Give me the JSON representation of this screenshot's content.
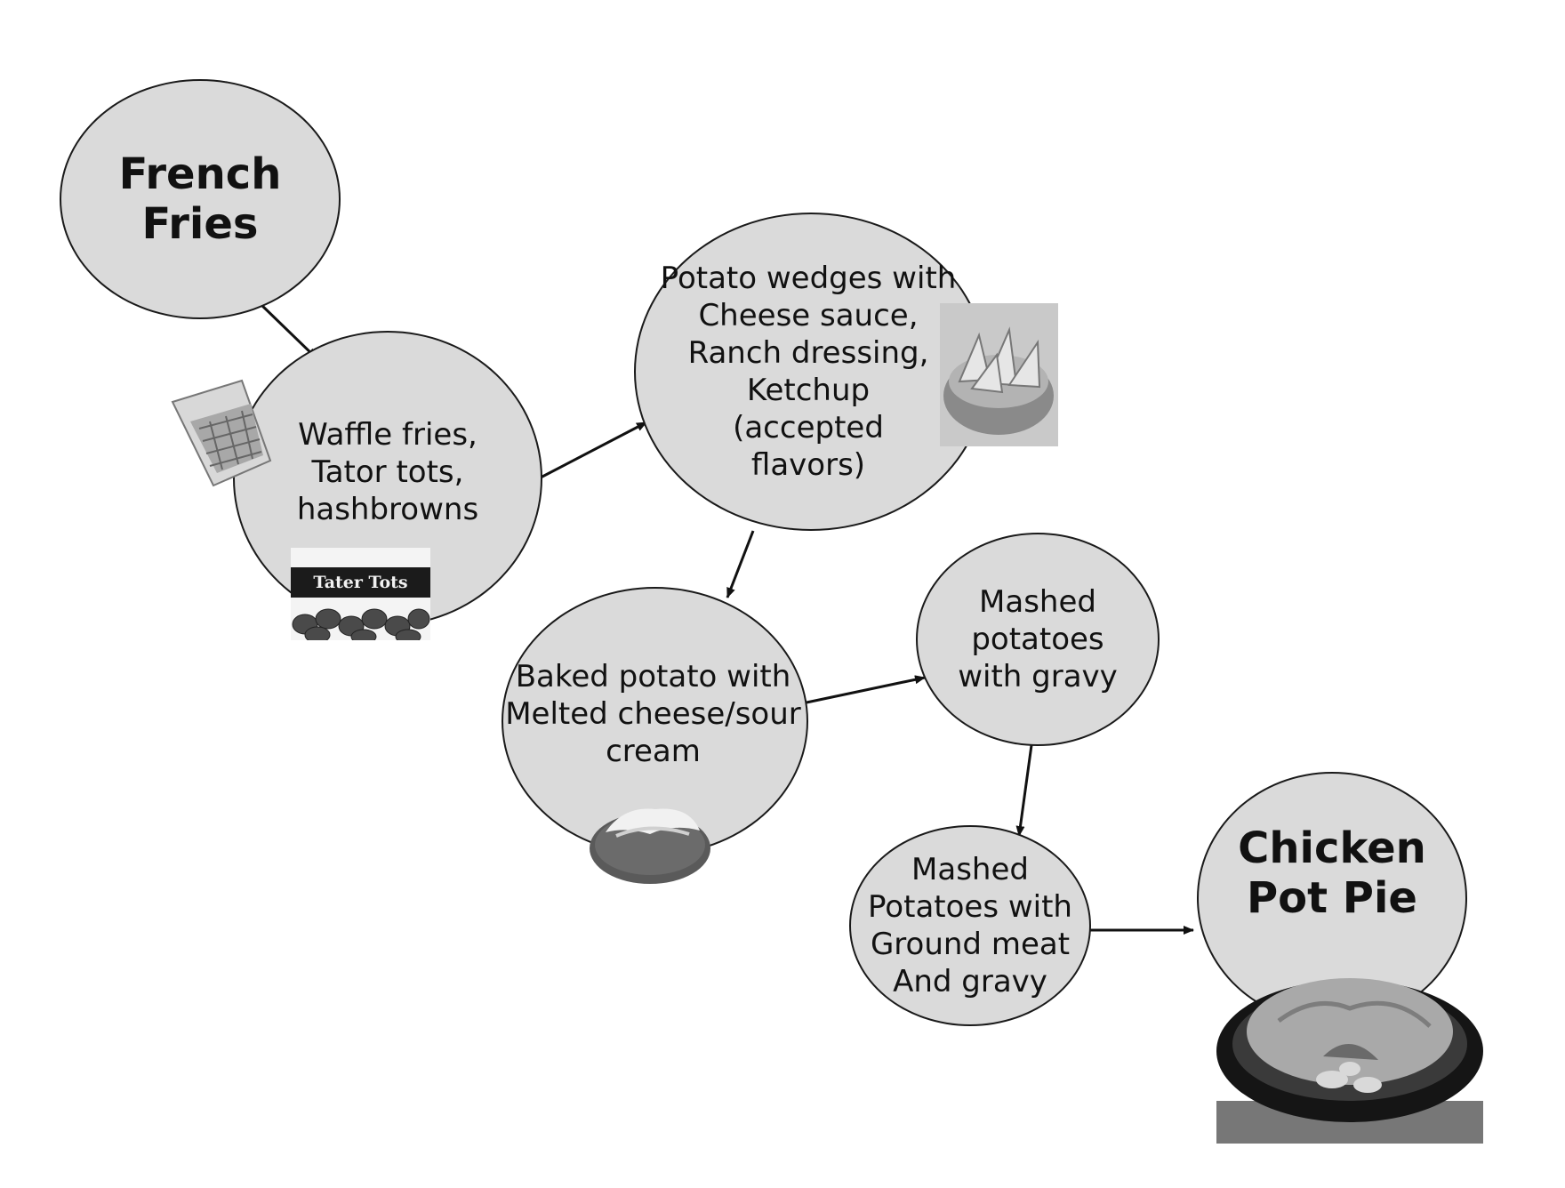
{
  "nodes": [
    {
      "id": "french-fries",
      "label": "French Fries"
    },
    {
      "id": "waffle-fries",
      "label": "Waffle fries,\nTator tots,\nhashbrowns"
    },
    {
      "id": "potato-wedges",
      "label": "Potato wedges with\nCheese sauce,\nRanch dressing,\nKetchup\n(accepted\nflavors)"
    },
    {
      "id": "baked-potato",
      "label": "Baked potato with\nMelted cheese/sour\ncream"
    },
    {
      "id": "mashed-gravy",
      "label": "Mashed\npotatoes\nwith gravy"
    },
    {
      "id": "mashed-meat",
      "label": "Mashed\nPotatoes with\nGround meat\nAnd gravy"
    },
    {
      "id": "chicken-pot-pie",
      "label": "Chicken\nPot Pie"
    }
  ],
  "edges": [
    {
      "from": "french-fries",
      "to": "waffle-fries"
    },
    {
      "from": "waffle-fries",
      "to": "potato-wedges"
    },
    {
      "from": "potato-wedges",
      "to": "baked-potato"
    },
    {
      "from": "baked-potato",
      "to": "mashed-gravy"
    },
    {
      "from": "mashed-gravy",
      "to": "mashed-meat"
    },
    {
      "from": "mashed-meat",
      "to": "chicken-pot-pie"
    }
  ],
  "images": {
    "waffle_fries_bag": {
      "icon": "waffle-fries-photo"
    },
    "tater_tots_bag": {
      "icon": "tater-tots-photo",
      "text": "Tater Tots"
    },
    "wedges_bowl": {
      "icon": "potato-wedges-photo"
    },
    "baked_potato": {
      "icon": "baked-potato-photo"
    },
    "pot_pie": {
      "icon": "chicken-pot-pie-photo"
    }
  },
  "colors": {
    "node_fill": "#dadada",
    "stroke": "#1a1a1a",
    "background": "#ffffff"
  }
}
